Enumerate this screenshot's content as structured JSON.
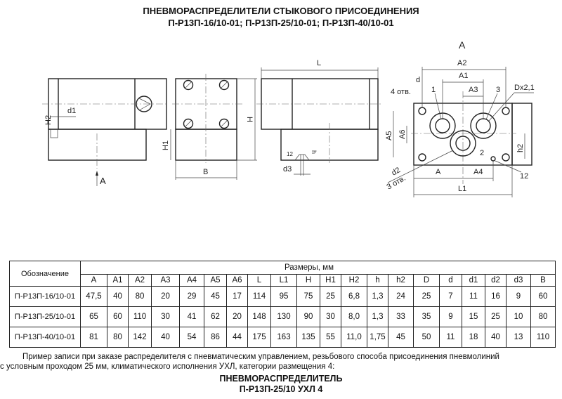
{
  "title": {
    "line1": "ПНЕВМОРАСПРЕДЕЛИТЕЛИ СТЫКОВОГО ПРИСОЕДИНЕНИЯ",
    "line2": "П-Р13П-16/10-01; П-Р13П-25/10-01; П-Р13П-40/10-01"
  },
  "drawing": {
    "labels": {
      "view_a": "A",
      "arrow_a": "A",
      "L": "L",
      "H": "H",
      "H1": "H1",
      "H2": "H2",
      "B": "B",
      "d1": "d1",
      "d3": "d3",
      "h": "h",
      "angle12": "12",
      "A2": "A2",
      "A1": "A1",
      "A3": "A3",
      "d": "d",
      "holes4": "4 отв.",
      "Dx": "Dx2,1",
      "port1": "1",
      "port2": "2",
      "port3": "3",
      "A5": "A5",
      "A6": "A6",
      "h2": "h2",
      "A": "A",
      "A4": "A4",
      "L1": "L1",
      "d2": "d2",
      "holes3": "3 отв.",
      "pos12": "12"
    }
  },
  "table": {
    "designation_header": "Обозначение",
    "group_header": "Размеры, мм",
    "columns": [
      "A",
      "A1",
      "A2",
      "A3",
      "A4",
      "A5",
      "A6",
      "L",
      "L1",
      "H",
      "H1",
      "H2",
      "h",
      "h2",
      "D",
      "d",
      "d1",
      "d2",
      "d3",
      "B"
    ],
    "rows": [
      {
        "name": "П-Р13П-16/10-01",
        "values": [
          "47,5",
          "40",
          "80",
          "20",
          "29",
          "45",
          "17",
          "114",
          "95",
          "75",
          "25",
          "6,8",
          "1,3",
          "24",
          "25",
          "7",
          "11",
          "16",
          "9",
          "60"
        ]
      },
      {
        "name": "П-Р13П-25/10-01",
        "values": [
          "65",
          "60",
          "110",
          "30",
          "41",
          "62",
          "20",
          "148",
          "130",
          "90",
          "30",
          "8,0",
          "1,3",
          "33",
          "35",
          "9",
          "15",
          "25",
          "10",
          "80"
        ]
      },
      {
        "name": "П-Р13П-40/10-01",
        "values": [
          "81",
          "80",
          "142",
          "40",
          "54",
          "86",
          "44",
          "175",
          "163",
          "135",
          "55",
          "11,0",
          "1,75",
          "45",
          "50",
          "11",
          "18",
          "40",
          "13",
          "110"
        ]
      }
    ]
  },
  "example": {
    "line1": "Пример записи при заказе распределителя с пневматическим управлением, резьбового способа присоединения пневмолиний",
    "line2": "с условным проходом 25 мм, климатического исполнения УХЛ, категории размещения 4:",
    "product": "ПНЕВМОРАСПРЕДЕЛИТЕЛЬ",
    "code": "П-Р13П-25/10  УХЛ 4"
  }
}
